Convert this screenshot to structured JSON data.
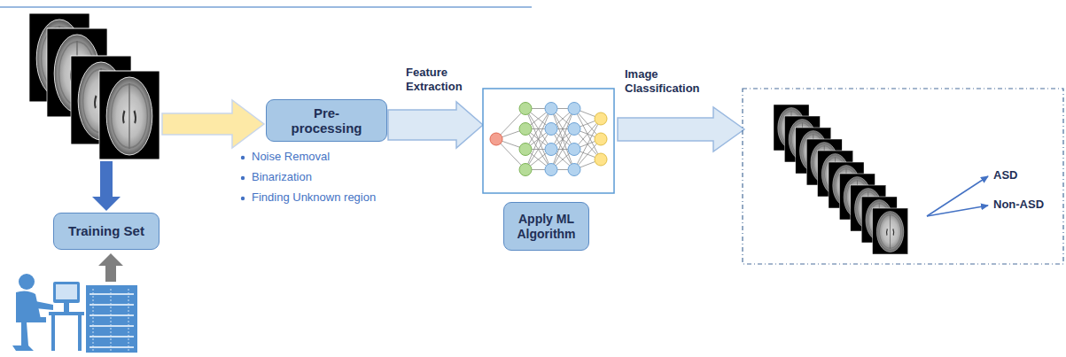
{
  "diagram": {
    "nodes": [
      {
        "text": [
          "Pre-processing"
        ]
      },
      {
        "text": [
          "Training Set"
        ]
      },
      {
        "text": [
          "Apply ML Algorithm"
        ]
      }
    ],
    "labels": [
      "Noise Removal",
      "Binarization",
      "Finding Unknown region",
      "Feature Extraction",
      "Image Classification",
      "ASD",
      "Non-ASD"
    ]
  }
}
